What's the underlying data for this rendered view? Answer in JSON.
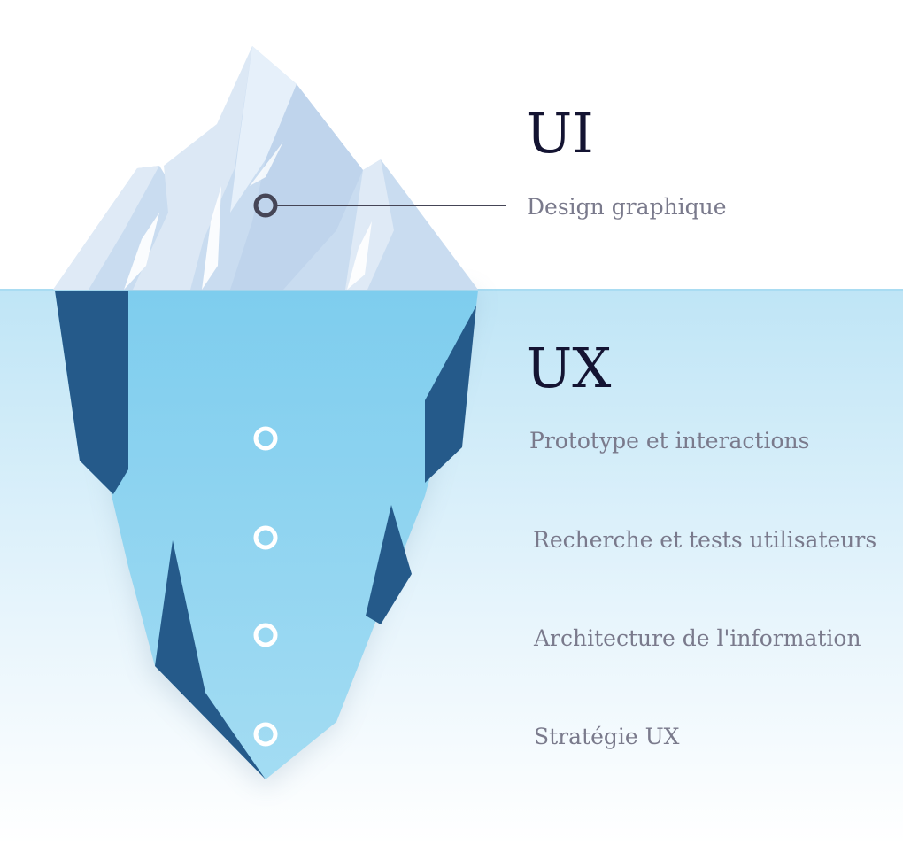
{
  "diagram": {
    "above_water": {
      "heading": "UI",
      "items": [
        {
          "label": "Design graphique"
        }
      ]
    },
    "below_water": {
      "heading": "UX",
      "items": [
        {
          "label": "Prototype et interactions"
        },
        {
          "label": "Recherche et tests utilisateurs"
        },
        {
          "label": "Architecture de l'information"
        },
        {
          "label": "Stratégie UX"
        }
      ]
    },
    "colors": {
      "water_top": "#bfe5f6",
      "water_bottom": "#ffffff",
      "ice_light": "#c9dcf0",
      "ice_highlight": "#e6f0fa",
      "iceberg_body": "#86d0ee",
      "iceberg_shadow": "#255a8a",
      "marker_dark": "#454556",
      "marker_light": "#ffffff",
      "heading": "#141432",
      "label": "#7a7a8c"
    }
  }
}
